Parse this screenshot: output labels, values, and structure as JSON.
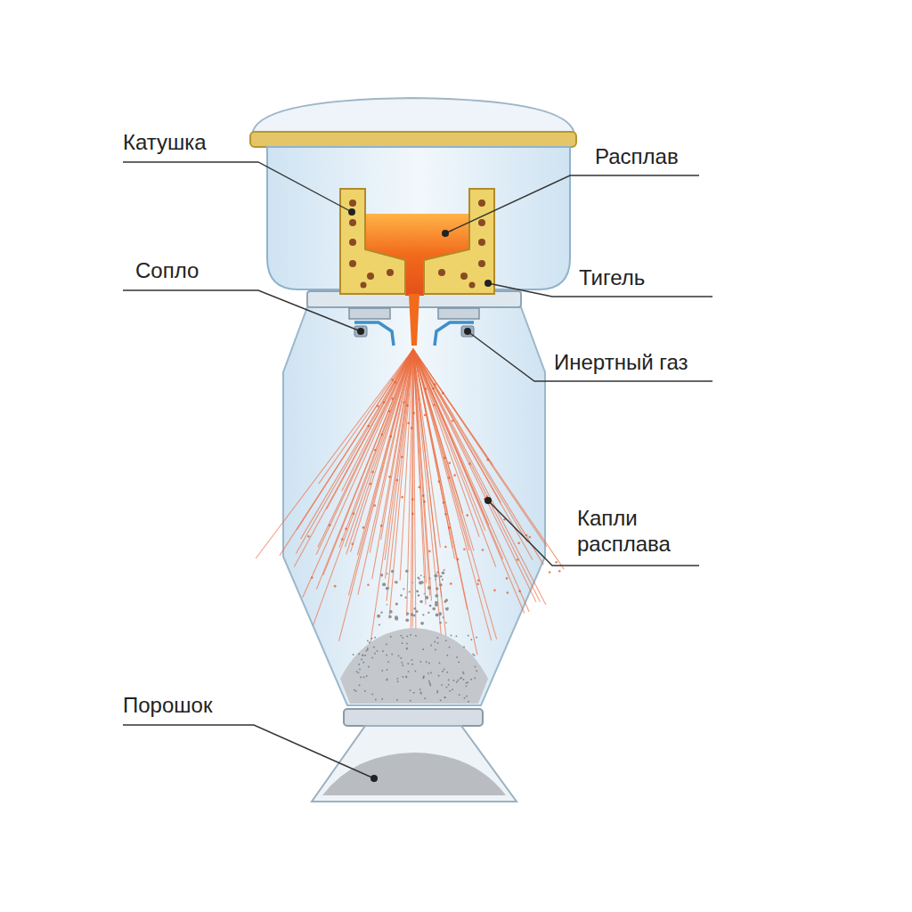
{
  "diagram": {
    "labels": [
      "Катушка",
      "Расплав",
      "Сопло",
      "Тигель",
      "Инертный газ",
      "Капли расплава",
      "Порошок"
    ]
  }
}
